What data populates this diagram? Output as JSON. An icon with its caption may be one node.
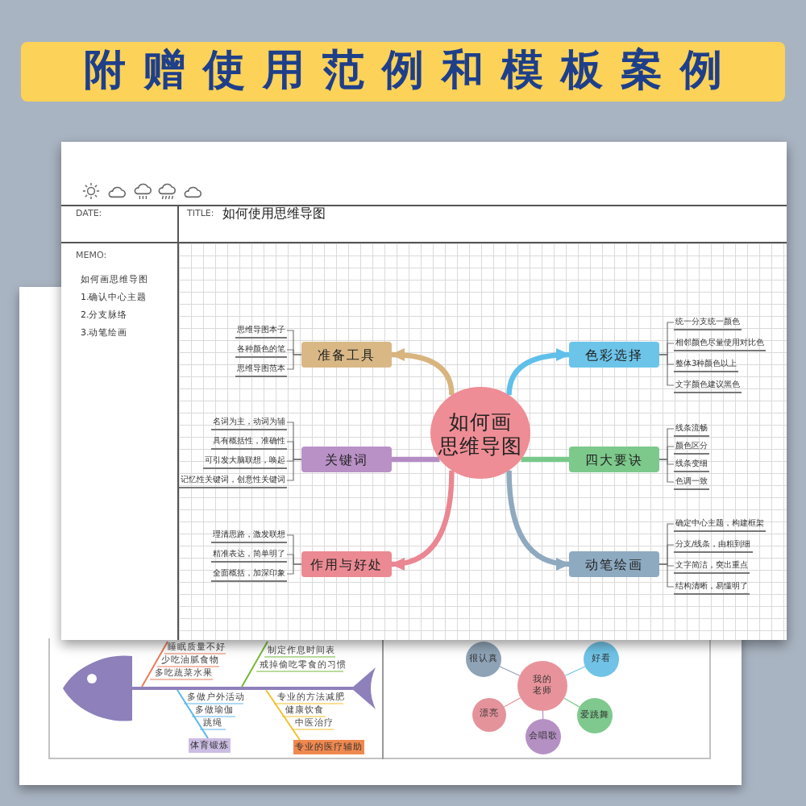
{
  "diagram": {
    "title": "附赠使用范例和模板案例",
    "nodes": [
      {
        "text": [
          "如何画思维导图"
        ]
      },
      {
        "text": [
          "准备工具"
        ]
      },
      {
        "text": [
          "色彩选择"
        ]
      },
      {
        "text": [
          "关键词"
        ]
      },
      {
        "text": [
          "四大要诀"
        ]
      },
      {
        "text": [
          "作用与好处"
        ]
      },
      {
        "text": [
          "动笔绘画"
        ]
      },
      {
        "text": [
          "思维导图本子"
        ]
      },
      {
        "text": [
          "各种颜色的笔"
        ]
      },
      {
        "text": [
          "思维导图范本"
        ]
      },
      {
        "text": [
          "统一分支统一颜色"
        ]
      },
      {
        "text": [
          "相邻颜色尽量使用对比色"
        ]
      },
      {
        "text": [
          "整体3种颜色以上"
        ]
      },
      {
        "text": [
          "文字颜色建议黑色"
        ]
      },
      {
        "text": [
          "名词为主，动词为辅"
        ]
      },
      {
        "text": [
          "具有概括性，准确性"
        ]
      },
      {
        "text": [
          "可引发大脑联想，唤起"
        ]
      },
      {
        "text": [
          "记忆性关键词，创意性关键词"
        ]
      },
      {
        "text": [
          "线条流畅"
        ]
      },
      {
        "text": [
          "颜色区分"
        ]
      },
      {
        "text": [
          "线条变细"
        ]
      },
      {
        "text": [
          "色调一致"
        ]
      },
      {
        "text": [
          "理清思路，激发联想"
        ]
      },
      {
        "text": [
          "精准表达，简单明了"
        ]
      },
      {
        "text": [
          "全面概括，加深印象"
        ]
      },
      {
        "text": [
          "确定中心主题，构建框架"
        ]
      },
      {
        "text": [
          "分支/线条，由粗到细"
        ]
      },
      {
        "text": [
          "文字简洁，突出重点"
        ]
      },
      {
        "text": [
          "结构清晰，易懂明了"
        ]
      },
      {
        "text": [
          "我的老师"
        ]
      },
      {
        "text": [
          "很认真"
        ]
      },
      {
        "text": [
          "好看"
        ]
      },
      {
        "text": [
          "爱跳舞"
        ]
      },
      {
        "text": [
          "会唱歌"
        ]
      },
      {
        "text": [
          "漂亮"
        ]
      },
      {
        "text": [
          "体育锻炼"
        ]
      },
      {
        "text": [
          "专业的医疗辅助"
        ]
      }
    ],
    "edges": [
      {
        "from": 0,
        "to": 1,
        "arrow": "to",
        "style": "thick",
        "color": "#d8b47f"
      },
      {
        "from": 0,
        "to": 2,
        "arrow": "to",
        "style": "thick",
        "color": "#5fc0ea"
      },
      {
        "from": 0,
        "to": 3,
        "arrow": "none",
        "style": "thick",
        "color": "#b48cc4"
      },
      {
        "from": 0,
        "to": 4,
        "arrow": "none",
        "style": "thick",
        "color": "#78c88a"
      },
      {
        "from": 0,
        "to": 5,
        "arrow": "to",
        "style": "thick",
        "color": "#ea8792"
      },
      {
        "from": 0,
        "to": 6,
        "arrow": "to",
        "style": "thick",
        "color": "#8fa9bf"
      },
      {
        "from": 1,
        "to": 7,
        "arrow": "none"
      },
      {
        "from": 1,
        "to": 8,
        "arrow": "none"
      },
      {
        "from": 1,
        "to": 9,
        "arrow": "none"
      },
      {
        "from": 2,
        "to": 10,
        "arrow": "none"
      },
      {
        "from": 2,
        "to": 11,
        "arrow": "none"
      },
      {
        "from": 2,
        "to": 12,
        "arrow": "none"
      },
      {
        "from": 2,
        "to": 13,
        "arrow": "none"
      },
      {
        "from": 3,
        "to": 14,
        "arrow": "none"
      },
      {
        "from": 3,
        "to": 15,
        "arrow": "none"
      },
      {
        "from": 3,
        "to": 16,
        "arrow": "none"
      },
      {
        "from": 3,
        "to": 17,
        "arrow": "none"
      },
      {
        "from": 4,
        "to": 18,
        "arrow": "none"
      },
      {
        "from": 4,
        "to": 19,
        "arrow": "none"
      },
      {
        "from": 4,
        "to": 20,
        "arrow": "none"
      },
      {
        "from": 4,
        "to": 21,
        "arrow": "none"
      },
      {
        "from": 5,
        "to": 22,
        "arrow": "none"
      },
      {
        "from": 5,
        "to": 23,
        "arrow": "none"
      },
      {
        "from": 5,
        "to": 24,
        "arrow": "none"
      },
      {
        "from": 6,
        "to": 25,
        "arrow": "none"
      },
      {
        "from": 6,
        "to": 26,
        "arrow": "none"
      },
      {
        "from": 6,
        "to": 27,
        "arrow": "none"
      },
      {
        "from": 6,
        "to": 28,
        "arrow": "none"
      },
      {
        "from": 29,
        "to": 30,
        "arrow": "none",
        "color": "#8ea3b6"
      },
      {
        "from": 29,
        "to": 31,
        "arrow": "none",
        "color": "#70c3e6"
      },
      {
        "from": 29,
        "to": 32,
        "arrow": "none",
        "color": "#7fc98e"
      },
      {
        "from": 29,
        "to": 33,
        "arrow": "none",
        "color": "#b590c3"
      },
      {
        "from": 29,
        "to": 34,
        "arrow": "none",
        "color": "#e4939b"
      }
    ],
    "labels": [
      "DATE:",
      "TITLE:",
      "如何使用思维导图",
      "MEMO:",
      "如何画思维导图",
      "1.确认中心主题",
      "2.分支脉络",
      "3.动笔绘画",
      "睡眠质量不好",
      "少吃油腻食物",
      "多吃蔬菜水果",
      "制定作息时间表",
      "戒掉偷吃零食的习惯",
      "多做户外活动",
      "多做瑜伽",
      "跳绳",
      "专业的方法减肥",
      "健康饮食",
      "中医治疗"
    ]
  }
}
